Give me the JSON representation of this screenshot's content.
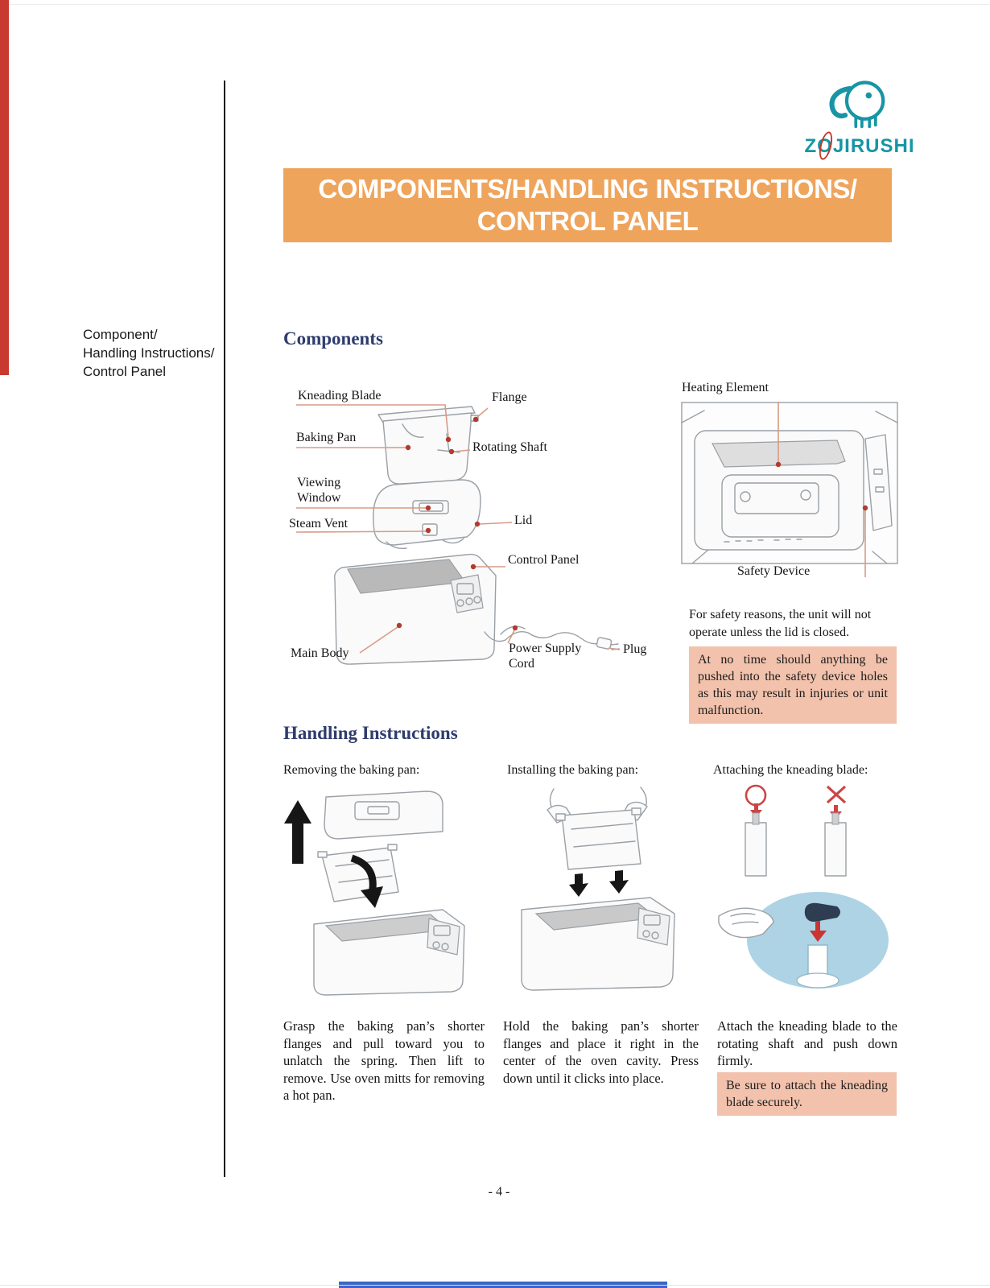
{
  "page": {
    "number_label": "- 4 -"
  },
  "logo": {
    "brand": "ZOJIRUSHI"
  },
  "banner": {
    "lines": [
      "COMPONENTS/HANDLING INSTRUCTIONS/",
      "CONTROL PANEL"
    ]
  },
  "sidebar": {
    "lines": [
      "Component/",
      "Handling Instructions/",
      "Control Panel"
    ]
  },
  "components": {
    "heading": "Components",
    "labels": {
      "kneading_blade": "Kneading Blade",
      "flange": "Flange",
      "baking_pan": "Baking Pan",
      "rotating_shaft": "Rotating Shaft",
      "viewing_window": [
        "Viewing",
        "Window"
      ],
      "steam_vent": "Steam Vent",
      "lid": "Lid",
      "control_panel": "Control Panel",
      "main_body": "Main Body",
      "power_supply": [
        "Power Supply",
        "Cord"
      ],
      "plug": "Plug",
      "heating_element": "Heating Element",
      "safety_device": "Safety Device"
    },
    "safety_note": "For safety reasons, the unit will not operate unless the lid is closed.",
    "warning": "At no time should anything be pushed into the safety device holes as this may result in injuries or unit malfunction."
  },
  "handling": {
    "heading": "Handling Instructions",
    "columns": [
      {
        "title": "Removing the baking pan:",
        "body": "Grasp the baking pan’s shorter flanges and pull toward you to unlatch the spring. Then lift to remove. Use oven mitts for removing a hot pan."
      },
      {
        "title": "Installing the baking pan:",
        "body": "Hold the baking pan’s shorter flanges and place it right in the center of the oven cavity. Press down until it clicks into place."
      },
      {
        "title": "Attaching the kneading blade:",
        "body": "Attach the kneading blade to the rotating shaft and push down firmly.",
        "warning": "Be sure to attach the kneading blade securely."
      }
    ]
  },
  "colors": {
    "banner_orange": "#efa45c",
    "heading_navy": "#2e3c6e",
    "warning_pink": "#f2c2ad",
    "logo_teal": "#1795a5",
    "leader_salmon": "#d89a85",
    "edge_tab_red": "#c8392f",
    "bottom_bar_blue": "#3a66c8"
  }
}
